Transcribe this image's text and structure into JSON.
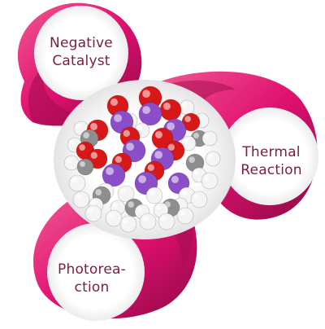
{
  "colors": {
    "magenta": "#e01070",
    "magenta_dark": "#9e0c4c",
    "magenta_light": "#f0709f",
    "label_text": "#7a1f3a",
    "oxygen": "#d81818",
    "hydrogen": "#f4f4f4",
    "carbon": "#8e8e8e",
    "metal": "#8a4fc8"
  },
  "labels": {
    "top": {
      "line1": "Negative",
      "line2": "Catalyst"
    },
    "right": {
      "line1": "Thermal",
      "line2": "Reaction"
    },
    "bottom": {
      "line1": "Photorea-",
      "line2": "ction"
    }
  }
}
